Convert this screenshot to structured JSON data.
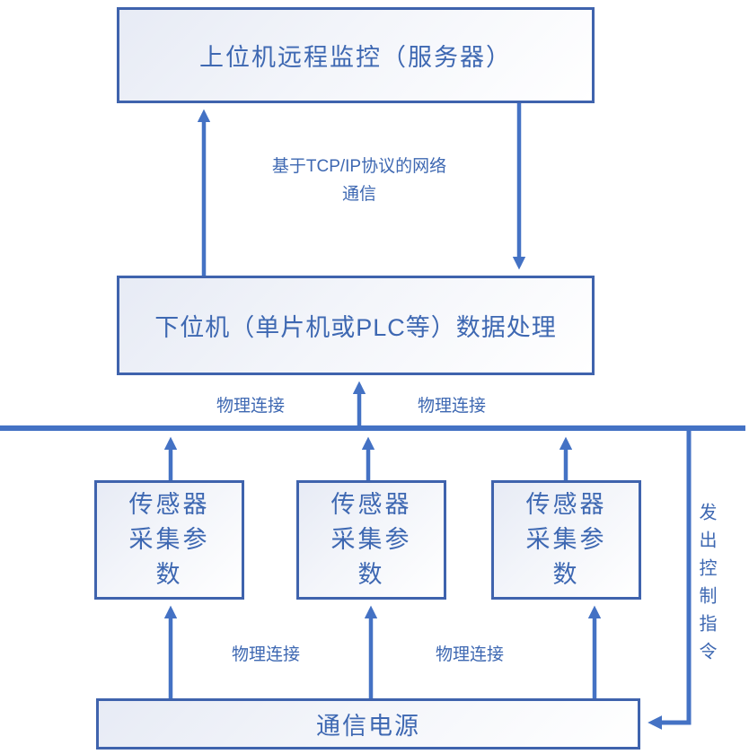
{
  "diagram": {
    "nodes": {
      "server": {
        "label": "上位机远程监控（服务器）"
      },
      "lower_machine": {
        "label": "下位机（单片机或PLC等）数据处理"
      },
      "sensors": [
        {
          "lines": [
            "传感器",
            "采集参",
            "数"
          ]
        },
        {
          "lines": [
            "传感器",
            "采集参",
            "数"
          ]
        },
        {
          "lines": [
            "传感器",
            "采集参",
            "数"
          ]
        }
      ],
      "power": {
        "label": "通信电源"
      }
    },
    "edge_labels": {
      "tcpip": {
        "line1": "基于TCP/IP协议的网络",
        "line2": "通信"
      },
      "physical_top_left": "物理连接",
      "physical_top_right": "物理连接",
      "physical_bottom_left": "物理连接",
      "physical_bottom_right": "物理连接",
      "control_command": "发出控制指令"
    },
    "colors": {
      "line": "#4472c4",
      "box_border": "#3f63ad",
      "text": "#3e68b2",
      "box_fill_light": "#e7ebf5",
      "box_fill_white": "#ffffff"
    }
  }
}
